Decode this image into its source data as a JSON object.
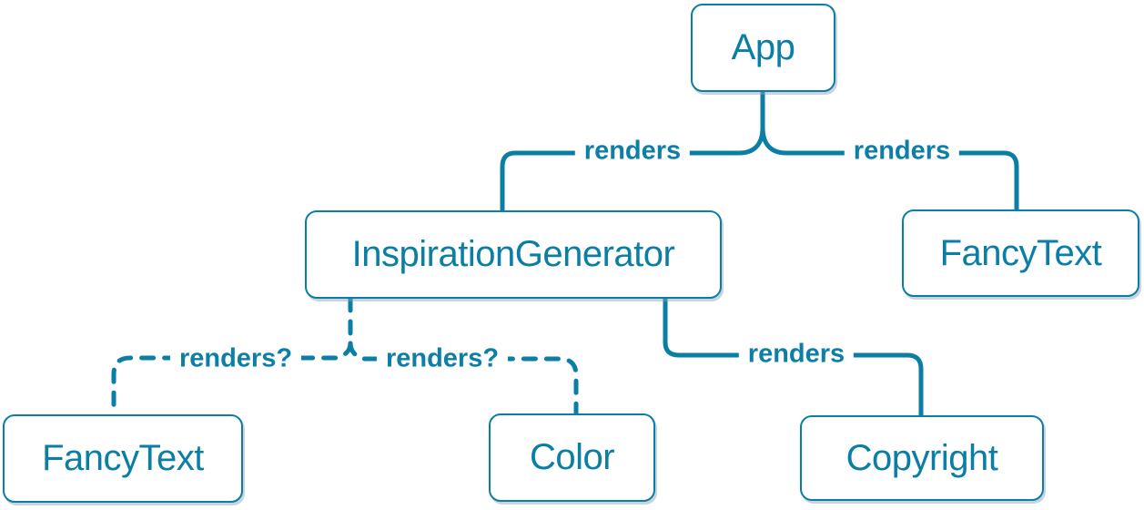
{
  "diagram": {
    "background_color": "#ffffff",
    "accent_color": "#0a7ea4",
    "node_fill_color": "#ffffff",
    "nodes": [
      {
        "id": "app",
        "label": "App"
      },
      {
        "id": "inspiration-generator",
        "label": "InspirationGenerator"
      },
      {
        "id": "fancy-text-top",
        "label": "FancyText"
      },
      {
        "id": "fancy-text-bottom",
        "label": "FancyText"
      },
      {
        "id": "color",
        "label": "Color"
      },
      {
        "id": "copyright",
        "label": "Copyright"
      }
    ],
    "edges": [
      {
        "from": "App",
        "to": "InspirationGenerator",
        "label": "renders",
        "style": "solid"
      },
      {
        "from": "App",
        "to": "FancyText",
        "label": "renders",
        "style": "solid"
      },
      {
        "from": "InspirationGenerator",
        "to": "FancyText",
        "label": "renders?",
        "style": "dashed"
      },
      {
        "from": "InspirationGenerator",
        "to": "Color",
        "label": "renders?",
        "style": "dashed"
      },
      {
        "from": "InspirationGenerator",
        "to": "Copyright",
        "label": "renders",
        "style": "solid"
      }
    ]
  }
}
